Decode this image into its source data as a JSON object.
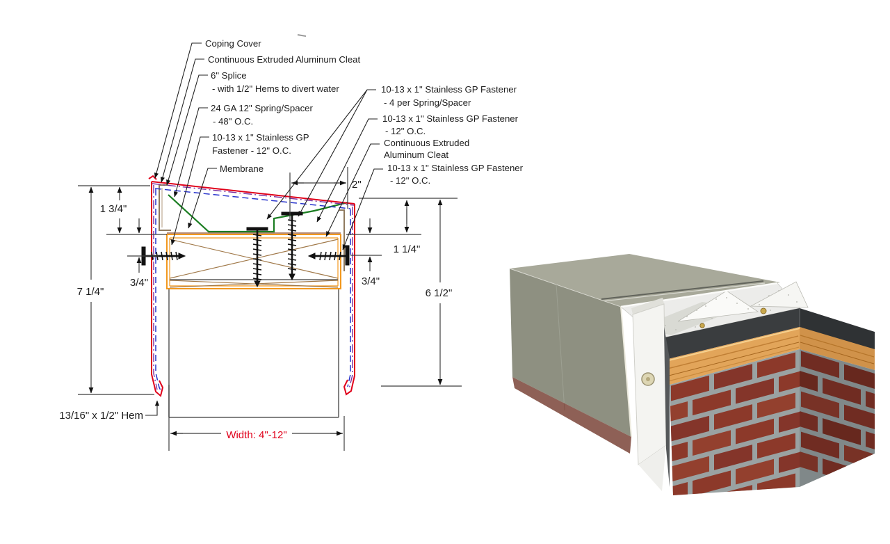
{
  "section": {
    "labels_left": [
      {
        "line1": "Coping Cover"
      },
      {
        "line1": "Continuous Extruded Aluminum Cleat"
      },
      {
        "line1": "6\" Splice",
        "line2": "- with 1/2\" Hems to divert water"
      },
      {
        "line1": "24 GA 12\" Spring/Spacer",
        "line2": "- 48\" O.C."
      },
      {
        "line1": "10-13 x 1\" Stainless GP",
        "line2": "Fastener - 12\" O.C."
      },
      {
        "line1": "Membrane"
      }
    ],
    "labels_right": [
      {
        "line1": "10-13 x 1\" Stainless GP Fastener",
        "line2": "- 4 per Spring/Spacer"
      },
      {
        "line1": "10-13 x 1\" Stainless GP Fastener",
        "line2": "- 12\" O.C."
      },
      {
        "line1": "Continuous Extruded",
        "line2": "Aluminum Cleat"
      },
      {
        "line1": "10-13 x 1\" Stainless GP Fastener",
        "line2": "- 12\" O.C."
      }
    ],
    "dimensions": {
      "top_left_height": "1 3/4\"",
      "left_overall_height": "7 1/4\"",
      "left_fastener_offset": "3/4\"",
      "face_width": "2\"",
      "right_top_height": "1 1/4\"",
      "right_fastener_offset": "3/4\"",
      "right_overall_height": "6 1/2\"",
      "width_range": "Width: 4\"-12\"",
      "hem_note": "13/16\" x 1/2\" Hem"
    },
    "colors": {
      "coping_outline": "#e0001a",
      "splice_underlay": "#2733cc",
      "membrane_dash": "#7a2fa0",
      "spring_spacer": "#1a7d21",
      "wood_blocking": "#f2981e",
      "cross_bracing": "#a07848",
      "dimension_lines": "#4a4a4a",
      "width_text": "#e0001a"
    }
  },
  "render3d": {
    "colors": {
      "coping_top": "#a8a99a",
      "coping_face": "#8e9081",
      "cleat_white": "#f4f4f1",
      "spring_spacer_white": "#ececea",
      "membrane_black": "#3a3d3f",
      "wood_nailer": "#e2a55a",
      "brick": "#8c392a",
      "mortar": "#9aa2a2"
    }
  }
}
